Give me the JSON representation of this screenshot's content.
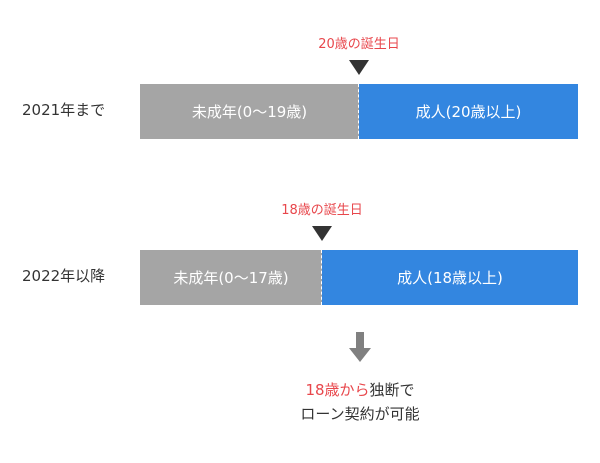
{
  "rows": [
    {
      "label": "2021年まで",
      "marker_label": "20歳の誕生日",
      "minor_label": "未成年(0〜19歳)",
      "adult_label": "成人(20歳以上)"
    },
    {
      "label": "2022年以降",
      "marker_label": "18歳の誕生日",
      "minor_label": "未成年(0〜17歳)",
      "adult_label": "成人(18歳以上)"
    }
  ],
  "conclusion": {
    "highlight": "18歳から",
    "line1_rest": "独断で",
    "line2": "ローン契約が可能"
  },
  "colors": {
    "minor": "#a5a5a5",
    "adult": "#3386e0",
    "highlight": "#e8474c",
    "arrow": "#808080"
  },
  "icons": {
    "marker": "triangle-down-icon",
    "flow": "arrow-down-icon"
  }
}
